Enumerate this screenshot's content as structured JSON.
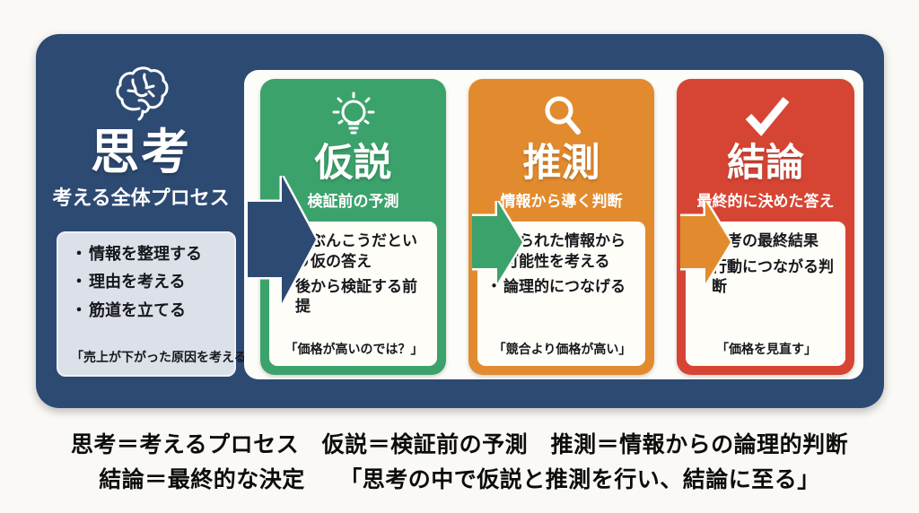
{
  "ui": {
    "bullet": "・"
  },
  "frame": {
    "background": "#2d4a73"
  },
  "left_section": {
    "icon": "brain-icon",
    "title": "思考",
    "subtitle": "考える全体プロセス",
    "box": {
      "background": "#dbe0e9",
      "bullets": [
        "情報を整理する",
        "理由を考える",
        "筋道を立てる"
      ],
      "quote": "「売上が下がった原因を考える」"
    }
  },
  "cards": [
    {
      "id": "hypothesis",
      "color": "#3ca26b",
      "icon": "lightbulb-icon",
      "title": "仮説",
      "subtitle": "検証前の予測",
      "bullets": [
        "たぶんこうだという仮の答え",
        "後から検証する前提"
      ],
      "quote": "「価格が高いのでは？」"
    },
    {
      "id": "inference",
      "color": "#e28b2e",
      "icon": "magnifier-icon",
      "title": "推測",
      "subtitle": "情報から導く判断",
      "bullets": [
        "限られた情報から可能性を考える",
        "論理的につなげる"
      ],
      "quote": "「競合より価格が高い」"
    },
    {
      "id": "conclusion",
      "color": "#d64533",
      "icon": "check-icon",
      "title": "結論",
      "subtitle": "最終的に決めた答え",
      "bullets": [
        "思考の最終結果",
        "行動につながる判断"
      ],
      "quote": "「価格を見直す」"
    }
  ],
  "footer": {
    "line1": "思考＝考えるプロセス　仮説＝検証前の予測　推測＝情報からの論理的判断",
    "line2": "結論＝最終的な決定　　「思考の中で仮説と推測を行い、結論に至る」"
  }
}
